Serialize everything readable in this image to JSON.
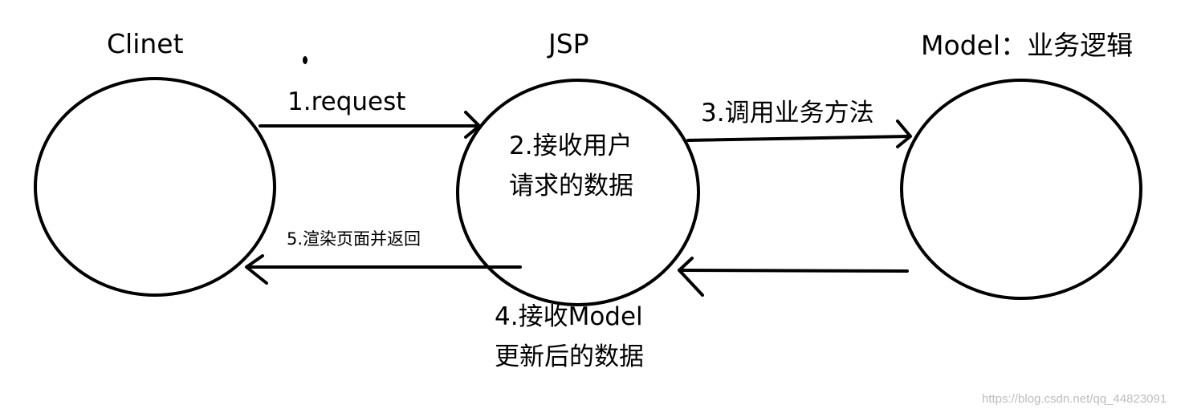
{
  "nodes": {
    "client": {
      "label": "Clinet"
    },
    "jsp": {
      "label": "JSP",
      "body": [
        "2.接收用户",
        "请求的数据"
      ]
    },
    "model": {
      "label": "Model：业务逻辑"
    }
  },
  "edges": {
    "request": {
      "label": "1.request"
    },
    "call": {
      "label": "3.调用业务方法"
    },
    "receive": {
      "label": [
        "4.接收Model",
        "更新后的数据"
      ]
    },
    "render": {
      "label": "5.渲染页面并返回"
    }
  },
  "watermark": "https://blog.csdn.net/qq_44823091",
  "colors": {
    "stroke": "#000000",
    "background": "#ffffff",
    "watermark": "#bdbdbd"
  }
}
